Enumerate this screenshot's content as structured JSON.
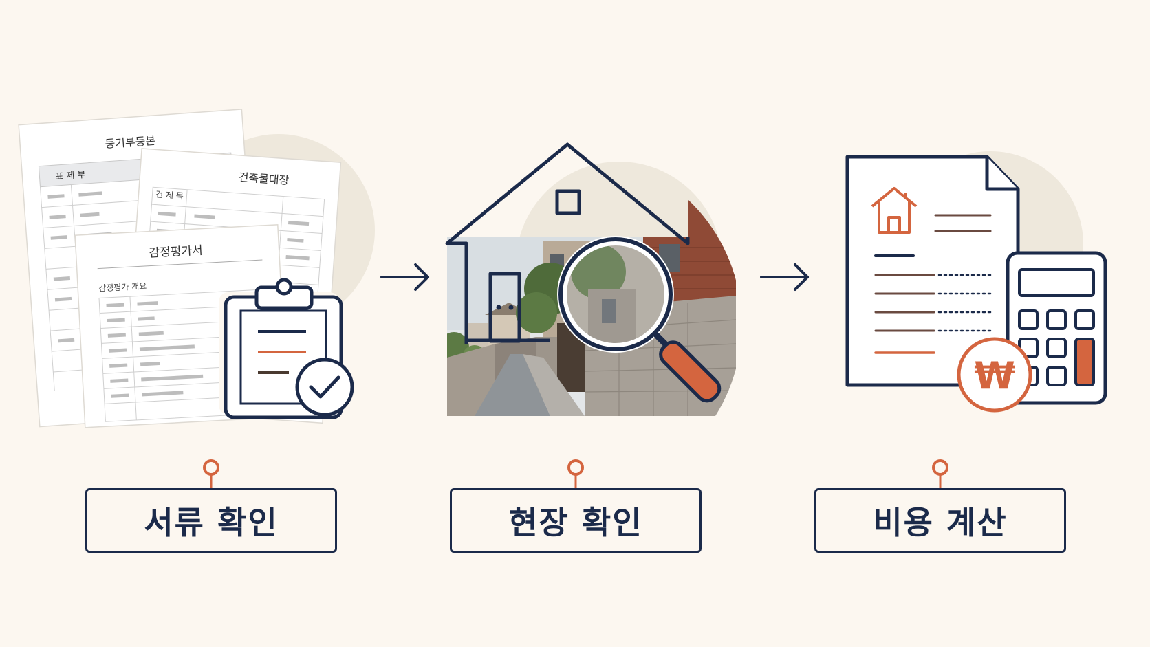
{
  "steps": [
    {
      "label": "서류 확인",
      "documents": [
        {
          "title": "등기부등본",
          "section": "표 제 부"
        },
        {
          "title": "건축물대장",
          "section": "건 제 목"
        },
        {
          "title": "감정평가서",
          "section": "감정평가 개요"
        }
      ]
    },
    {
      "label": "현장 확인"
    },
    {
      "label": "비용 계산",
      "currency_symbol": "₩"
    }
  ],
  "colors": {
    "background": "#fcf7f0",
    "navy": "#1b2a4a",
    "accent": "#d4653f",
    "blob": "#eee8dc"
  }
}
